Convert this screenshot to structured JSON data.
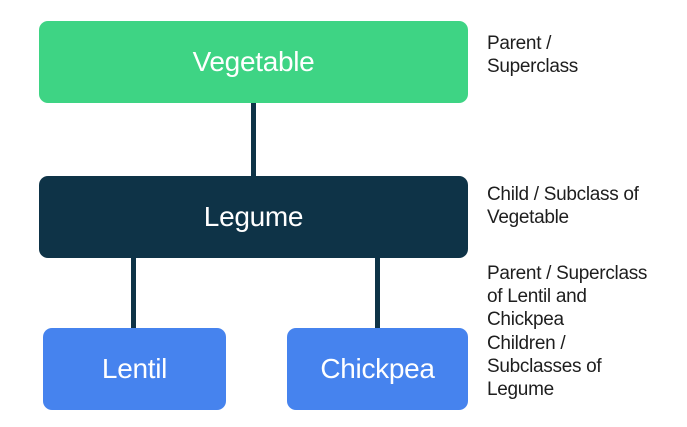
{
  "colors": {
    "node_parent": "#3ed484",
    "node_middle": "#0e3347",
    "node_child": "#4683ee",
    "connector": "#0e3347",
    "node_text": "#ffffff",
    "annotation_text": "#1e1e1e"
  },
  "diagram": {
    "nodes": [
      {
        "id": "vegetable",
        "label": "Vegetable"
      },
      {
        "id": "legume",
        "label": "Legume"
      },
      {
        "id": "lentil",
        "label": "Lentil"
      },
      {
        "id": "chickpea",
        "label": "Chickpea"
      }
    ],
    "annotations": [
      {
        "for": "vegetable",
        "text": "Parent /\nSuperclass"
      },
      {
        "for": "legume",
        "paragraphs": [
          "Child / Subclass of\nVegetable",
          "Parent / Superclass\nof Lentil and\nChickpea"
        ]
      },
      {
        "for": "lentil-chickpea",
        "text": "Children /\nSubclasses of\nLegume"
      }
    ]
  }
}
